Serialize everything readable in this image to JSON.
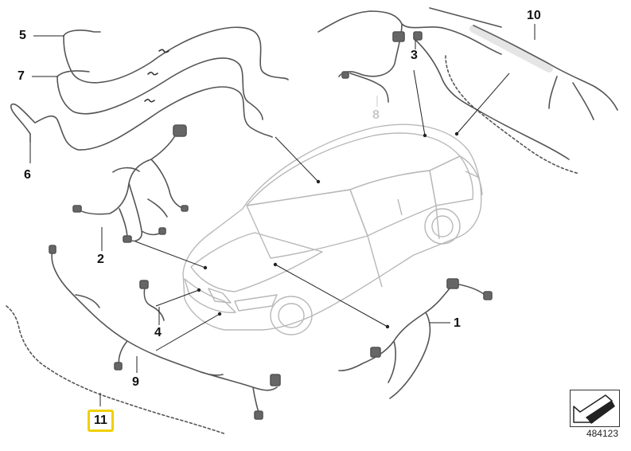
{
  "callouts": {
    "c1": "1",
    "c2": "2",
    "c3": "3",
    "c4": "4",
    "c5": "5",
    "c6": "6",
    "c7": "7",
    "c8": "8",
    "c9": "9",
    "c10": "10",
    "c11": "11"
  },
  "part_number": "484123",
  "icons": {
    "car": "car-outline-icon",
    "legend": "arrow-direction-icon"
  },
  "colors": {
    "wire": "#555555",
    "car_outline": "#b5b5b5",
    "leader_line": "#222222",
    "faded_callout": "#c8c8c8",
    "highlight": "#f0d000"
  }
}
